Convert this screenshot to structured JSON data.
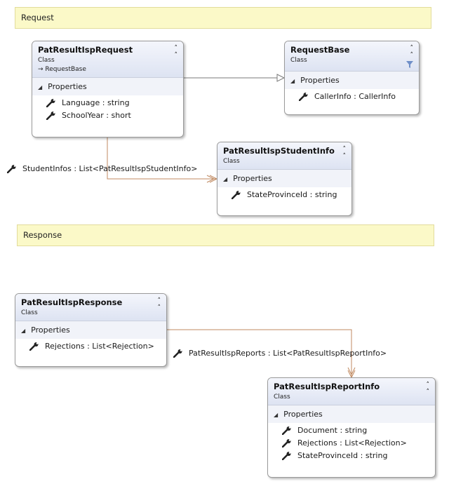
{
  "comments": {
    "request": "Request",
    "response": "Response"
  },
  "classes": {
    "pat_request": {
      "name": "PatResultIspRequest",
      "kind": "Class",
      "base": "RequestBase",
      "section": "Properties",
      "props": [
        "Language : string",
        "SchoolYear : short"
      ]
    },
    "request_base": {
      "name": "RequestBase",
      "kind": "Class",
      "section": "Properties",
      "props": [
        "CallerInfo : CallerInfo"
      ]
    },
    "student_info": {
      "name": "PatResultIspStudentInfo",
      "kind": "Class",
      "section": "Properties",
      "props": [
        "StateProvinceId : string"
      ]
    },
    "pat_response": {
      "name": "PatResultIspResponse",
      "kind": "Class",
      "section": "Properties",
      "props": [
        "Rejections : List<Rejection>"
      ]
    },
    "report_info": {
      "name": "PatResultIspReportInfo",
      "kind": "Class",
      "section": "Properties",
      "props": [
        "Document : string",
        "Rejections : List<Rejection>",
        "StateProvinceId : string"
      ]
    }
  },
  "associations": {
    "student_infos": "StudentInfos : List<PatResultIspStudentInfo>",
    "reports": "PatResultIspReports : List<PatResultIspReportInfo>"
  },
  "colors": {
    "association_line": "#c08a62",
    "inheritance_line": "#7a7a7a",
    "comment_bg": "#fbf9c8",
    "header_gradient_bottom": "#dde3f2"
  },
  "icons": [
    "wrench-icon",
    "collapse-chevrons-icon",
    "filter-icon",
    "triangle-down-icon",
    "inherit-arrow-icon"
  ]
}
